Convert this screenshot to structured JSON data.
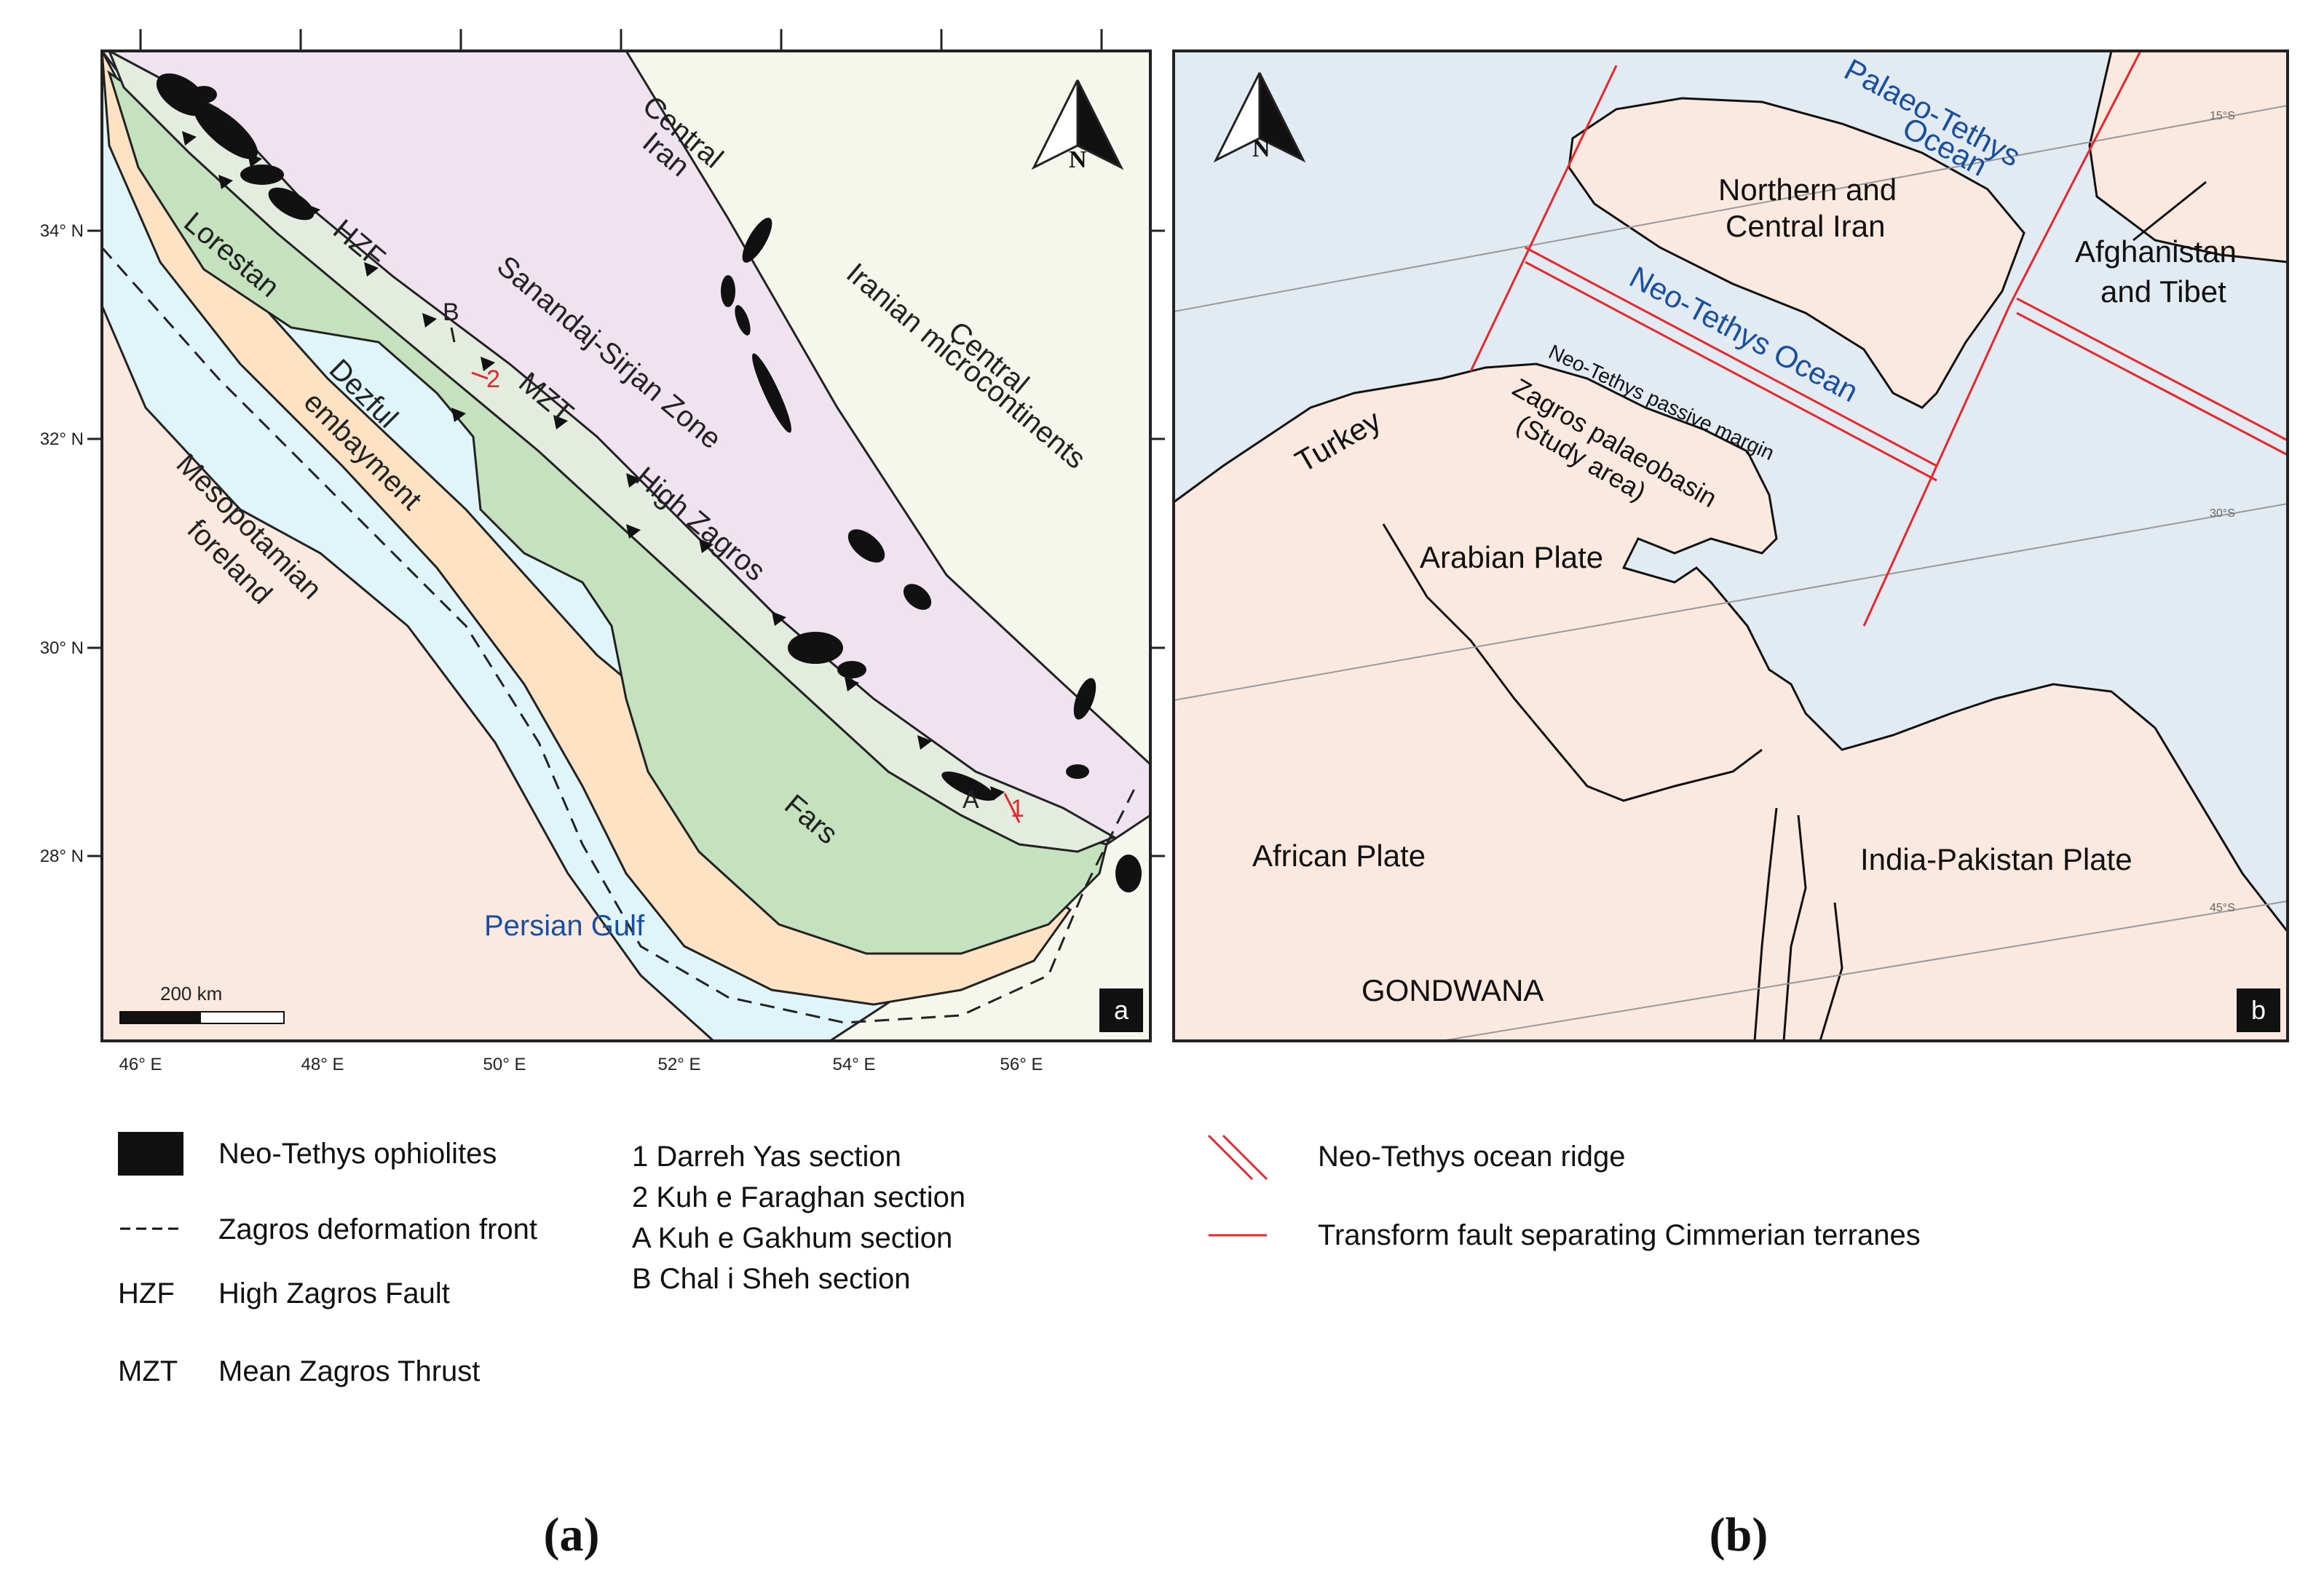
{
  "panel_a": {
    "regions": {
      "central_iran": [
        "Central",
        "Iran"
      ],
      "central_iranian": [
        "Central",
        "Iranian microcontinents"
      ],
      "sanandaj": "Sanandaj-Sirjan Zone",
      "lorestan": "Lorestan",
      "hzf": "HZF",
      "mzt": "MZT",
      "dezful": [
        "Dezful",
        "embayment"
      ],
      "mesopotamian": [
        "Mesopotamian",
        "foreland"
      ],
      "high_zagros": "High Zagros",
      "fars": "Fars",
      "persian_gulf": "Persian Gulf"
    },
    "sections": {
      "b": "B",
      "two": "2",
      "a": "A",
      "one": "1"
    },
    "north": "N",
    "scale": "200 km",
    "panel_label": "a",
    "lat_labels": [
      "34° N",
      "32° N",
      "30° N",
      "28° N"
    ],
    "lon_labels": [
      "46° E",
      "48° E",
      "50° E",
      "52° E",
      "54° E",
      "56° E"
    ]
  },
  "panel_b": {
    "labels": {
      "palaeo_tethys": [
        "Palaeo-Tethys",
        "Ocean"
      ],
      "northern_iran": [
        "Northern and",
        "Central Iran"
      ],
      "afghanistan": [
        "Afghanistan",
        "and Tibet"
      ],
      "neo_tethys": "Neo-Tethys Ocean",
      "passive_margin": "Neo-Tethys passive margin",
      "zagros_basin": [
        "Zagros palaeobasin",
        "(Study area)"
      ],
      "turkey": "Turkey",
      "arabian": "Arabian Plate",
      "african": "African Plate",
      "india": "India-Pakistan Plate",
      "gondwana": "GONDWANA"
    },
    "lat_lines": [
      "15°S",
      "30°S",
      "45°S"
    ],
    "north": "N",
    "panel_label": "b"
  },
  "legend_a": {
    "ophiolites": "Neo-Tethys ophiolites",
    "front": "Zagros deformation front",
    "hzf_abbr": "HZF",
    "hzf_full": "High Zagros Fault",
    "mzt_abbr": "MZT",
    "mzt_full": "Mean Zagros Thrust",
    "sections": [
      "1 Darreh Yas section",
      "2 Kuh e Faraghan section",
      "A Kuh e Gakhum section",
      "B Chal i Sheh section"
    ]
  },
  "legend_b": {
    "ridge": "Neo-Tethys ocean ridge",
    "transform": "Transform fault separating Cimmerian terranes"
  },
  "captions": {
    "a": "(a)",
    "b": "(b)"
  },
  "colors": {
    "ocean_a": "#dff5fa",
    "foreland": "#fbe9df",
    "dezful": "#fde2c4",
    "green_zone": "#c3e2bd",
    "high_zagros": "#e3ecdf",
    "sanandaj": "#eee3ee",
    "central_iran": "#f6f7ec",
    "ocean_b": "#e3ebf2",
    "land_b": "#fbe9df",
    "ridge_red": "#e8262b",
    "ocean_text": "#1a4fa0"
  }
}
